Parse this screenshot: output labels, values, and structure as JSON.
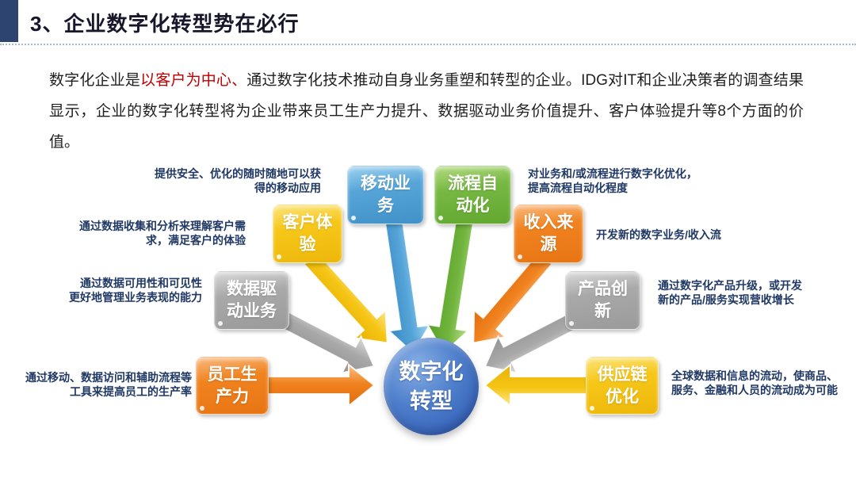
{
  "slide": {
    "title": "3、企业数字化转型势在必行",
    "intro": {
      "part1": "数字化企业是",
      "highlight": "以客户为中心、",
      "part2": "通过数字化技术推动自身业务重塑和转型的企业。IDG对IT和企业决策者的调查结果显示，企业的数字化转型将为企业带来员工生产力提升、数据驱动业务价值提升、客户体验提升等8个方面的价值。",
      "highlight_color": "#C00000"
    },
    "colors": {
      "accent_navy": "#2E4470",
      "node_blue": "#4F9FD4",
      "node_green": "#6FB33C",
      "node_yellow": "#F2C211",
      "node_orange": "#EF7D1A",
      "node_gray": "#A6A6A6",
      "center_blue": "#3E6DBD",
      "annotation_text": "#1F3864"
    }
  },
  "diagram": {
    "center_label": "数字化转型",
    "nodes": [
      {
        "id": "mobile-business",
        "label": "移动业务",
        "color": "blue",
        "annotation_line1": "提供安全、优化的随时随地可以获",
        "annotation_line2": "得的移动应用"
      },
      {
        "id": "process-automation",
        "label": "流程自动化",
        "color": "green",
        "annotation_line1": "对业务和/或流程进行数字化优化，",
        "annotation_line2": "提高流程自动化程度"
      },
      {
        "id": "customer-experience",
        "label": "客户体验",
        "color": "yellow",
        "annotation_line1": "通过数据收集和分析来理解客户需",
        "annotation_line2": "求，满足客户的体验"
      },
      {
        "id": "revenue-source",
        "label": "收入来源",
        "color": "orange",
        "annotation_line1": "开发新的数字业务/收入流",
        "annotation_line2": ""
      },
      {
        "id": "data-driven-business",
        "label": "数据驱动业务",
        "color": "gray",
        "annotation_line1": "通过数据可用性和可见性",
        "annotation_line2": "更好地管理业务表现的能力"
      },
      {
        "id": "product-innovation",
        "label": "产品创新",
        "color": "gray",
        "annotation_line1": "通过数字化产品升级，或开发",
        "annotation_line2": "新的产品/服务实现营收增长"
      },
      {
        "id": "employee-productivity",
        "label": "员工生产力",
        "color": "orange",
        "annotation_line1": "通过移动、数据访问和辅助流程等",
        "annotation_line2": "工具来提高员工的生产率"
      },
      {
        "id": "supply-chain-optimization",
        "label": "供应链优化",
        "color": "yellow",
        "annotation_line1": "全球数据和信息的流动，使商品、",
        "annotation_line2": "服务、金融和人员的流动成为可能"
      }
    ]
  }
}
